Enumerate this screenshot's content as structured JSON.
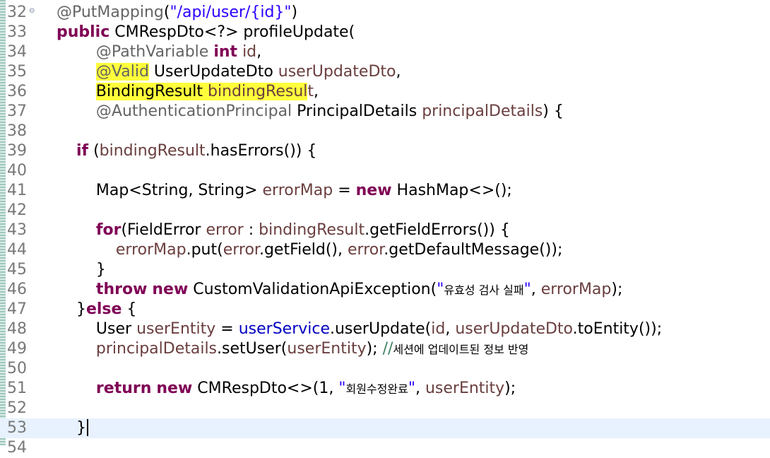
{
  "editor": {
    "lines": [
      {
        "number": "32",
        "folded": true,
        "tokens": [
          {
            "text": "    "
          },
          {
            "text": "@PutMapping",
            "type": "ann"
          },
          {
            "text": "(",
            "type": "plain"
          },
          {
            "text": "\"/api/user/{id}\"",
            "type": "str"
          },
          {
            "text": ")",
            "type": "plain"
          }
        ]
      },
      {
        "number": "33",
        "tokens": [
          {
            "text": "    "
          },
          {
            "text": "public",
            "type": "kw"
          },
          {
            "text": " CMRespDto<?> profileUpdate(",
            "type": "plain"
          }
        ]
      },
      {
        "number": "34",
        "tokens": [
          {
            "text": "            "
          },
          {
            "text": "@PathVariable",
            "type": "ann"
          },
          {
            "text": " ",
            "type": "plain"
          },
          {
            "text": "int",
            "type": "kw"
          },
          {
            "text": " ",
            "type": "plain"
          },
          {
            "text": "id",
            "type": "var"
          },
          {
            "text": ",",
            "type": "plain"
          }
        ]
      },
      {
        "number": "35",
        "tokens": [
          {
            "text": "            "
          },
          {
            "text": "@Valid",
            "type": "ann",
            "hl": true
          },
          {
            "text": " UserUpdateDto ",
            "type": "plain"
          },
          {
            "text": "userUpdateDto",
            "type": "var"
          },
          {
            "text": ",",
            "type": "plain"
          }
        ]
      },
      {
        "number": "36",
        "tokens": [
          {
            "text": "            "
          },
          {
            "text": "BindingResult ",
            "type": "plain",
            "hl": true
          },
          {
            "text": "bindingResul",
            "type": "var",
            "hl": true
          },
          {
            "text": "t",
            "type": "var"
          },
          {
            "text": ",",
            "type": "plain"
          }
        ]
      },
      {
        "number": "37",
        "tokens": [
          {
            "text": "            "
          },
          {
            "text": "@AuthenticationPrincipal",
            "type": "ann"
          },
          {
            "text": " PrincipalDetails ",
            "type": "plain"
          },
          {
            "text": "principalDetails",
            "type": "var"
          },
          {
            "text": ") {",
            "type": "plain"
          }
        ]
      },
      {
        "number": "38",
        "tokens": []
      },
      {
        "number": "39",
        "tokens": [
          {
            "text": "        "
          },
          {
            "text": "if",
            "type": "kw"
          },
          {
            "text": " (",
            "type": "plain"
          },
          {
            "text": "bindingResult",
            "type": "var"
          },
          {
            "text": ".hasErrors()) {",
            "type": "plain"
          }
        ]
      },
      {
        "number": "40",
        "tokens": []
      },
      {
        "number": "41",
        "tokens": [
          {
            "text": "            "
          },
          {
            "text": "Map<String, String> ",
            "type": "plain"
          },
          {
            "text": "errorMap",
            "type": "var"
          },
          {
            "text": " = ",
            "type": "plain"
          },
          {
            "text": "new",
            "type": "kw"
          },
          {
            "text": " HashMap<>();",
            "type": "plain"
          }
        ]
      },
      {
        "number": "42",
        "tokens": []
      },
      {
        "number": "43",
        "tokens": [
          {
            "text": "            "
          },
          {
            "text": "for",
            "type": "kw"
          },
          {
            "text": "(FieldError ",
            "type": "plain"
          },
          {
            "text": "error",
            "type": "var"
          },
          {
            "text": " : ",
            "type": "plain"
          },
          {
            "text": "bindingResult",
            "type": "var"
          },
          {
            "text": ".getFieldErrors()) {",
            "type": "plain"
          }
        ]
      },
      {
        "number": "44",
        "tokens": [
          {
            "text": "                "
          },
          {
            "text": "errorMap",
            "type": "var"
          },
          {
            "text": ".put(",
            "type": "plain"
          },
          {
            "text": "error",
            "type": "var"
          },
          {
            "text": ".getField(), ",
            "type": "plain"
          },
          {
            "text": "error",
            "type": "var"
          },
          {
            "text": ".getDefaultMessage());",
            "type": "plain"
          }
        ]
      },
      {
        "number": "45",
        "tokens": [
          {
            "text": "            "
          },
          {
            "text": "}",
            "type": "plain"
          }
        ]
      },
      {
        "number": "46",
        "tokens": [
          {
            "text": "            "
          },
          {
            "text": "throw",
            "type": "kw"
          },
          {
            "text": " ",
            "type": "plain"
          },
          {
            "text": "new",
            "type": "kw"
          },
          {
            "text": " CustomValidationApiException(",
            "type": "plain"
          },
          {
            "text": "\"",
            "type": "str"
          },
          {
            "text": "유효성 검사 실패",
            "type": "str-kr"
          },
          {
            "text": "\"",
            "type": "str"
          },
          {
            "text": ", ",
            "type": "plain"
          },
          {
            "text": "errorMap",
            "type": "var"
          },
          {
            "text": ");",
            "type": "plain"
          }
        ]
      },
      {
        "number": "47",
        "tokens": [
          {
            "text": "        "
          },
          {
            "text": "}",
            "type": "plain"
          },
          {
            "text": "else",
            "type": "kw"
          },
          {
            "text": " {",
            "type": "plain"
          }
        ]
      },
      {
        "number": "48",
        "tokens": [
          {
            "text": "            "
          },
          {
            "text": "User ",
            "type": "plain"
          },
          {
            "text": "userEntity",
            "type": "var"
          },
          {
            "text": " = ",
            "type": "plain"
          },
          {
            "text": "userService",
            "type": "field"
          },
          {
            "text": ".userUpdate(",
            "type": "plain"
          },
          {
            "text": "id",
            "type": "var"
          },
          {
            "text": ", ",
            "type": "plain"
          },
          {
            "text": "userUpdateDto",
            "type": "var"
          },
          {
            "text": ".toEntity());",
            "type": "plain"
          }
        ]
      },
      {
        "number": "49",
        "tokens": [
          {
            "text": "            "
          },
          {
            "text": "principalDetails",
            "type": "var"
          },
          {
            "text": ".setUser(",
            "type": "plain"
          },
          {
            "text": "userEntity",
            "type": "var"
          },
          {
            "text": "); ",
            "type": "plain"
          },
          {
            "text": "//",
            "type": "cmt"
          },
          {
            "text": "세션에 업데이트된 정보 반영",
            "type": "cmt-kr"
          }
        ]
      },
      {
        "number": "50",
        "tokens": []
      },
      {
        "number": "51",
        "tokens": [
          {
            "text": "            "
          },
          {
            "text": "return",
            "type": "kw"
          },
          {
            "text": " ",
            "type": "plain"
          },
          {
            "text": "new",
            "type": "kw"
          },
          {
            "text": " CMRespDto<>(1, ",
            "type": "plain"
          },
          {
            "text": "\"",
            "type": "str"
          },
          {
            "text": "회원수정완료",
            "type": "str-kr"
          },
          {
            "text": "\"",
            "type": "str"
          },
          {
            "text": ", ",
            "type": "plain"
          },
          {
            "text": "userEntity",
            "type": "var"
          },
          {
            "text": ");",
            "type": "plain"
          }
        ]
      },
      {
        "number": "52",
        "tokens": []
      },
      {
        "number": "53",
        "current": true,
        "cursor": true,
        "tokens": [
          {
            "text": "        "
          },
          {
            "text": "}",
            "type": "plain"
          }
        ]
      },
      {
        "number": "54",
        "tokens": []
      }
    ]
  }
}
